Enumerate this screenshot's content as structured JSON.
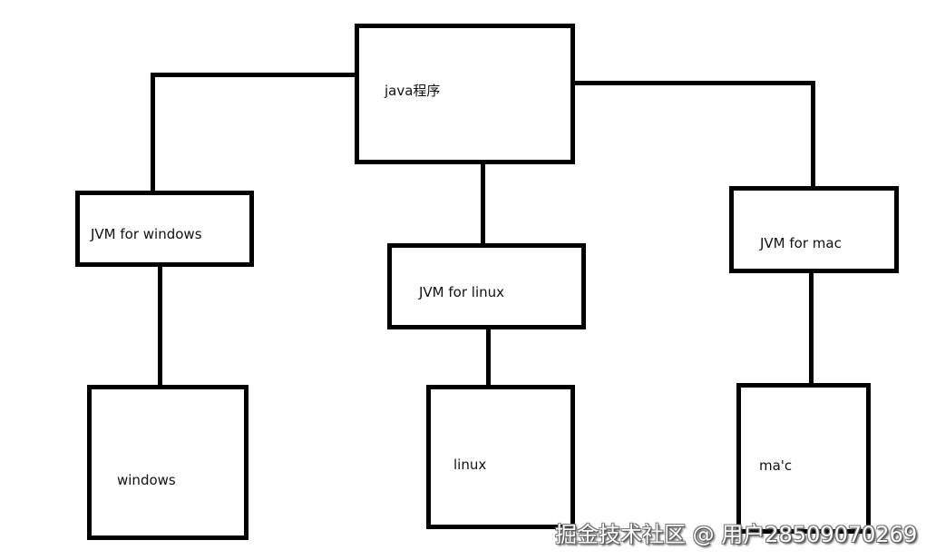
{
  "diagram": {
    "root": {
      "label": "java程序"
    },
    "jvms": [
      {
        "label": "JVM for windows"
      },
      {
        "label": "JVM for linux"
      },
      {
        "label": "JVM for mac"
      }
    ],
    "platforms": [
      {
        "label": "windows"
      },
      {
        "label": "linux"
      },
      {
        "label": "ma'c"
      }
    ],
    "line_color": "#000000",
    "background": "#ffffff"
  },
  "watermark": {
    "text": "掘金技术社区 @ 用户28509070269"
  }
}
